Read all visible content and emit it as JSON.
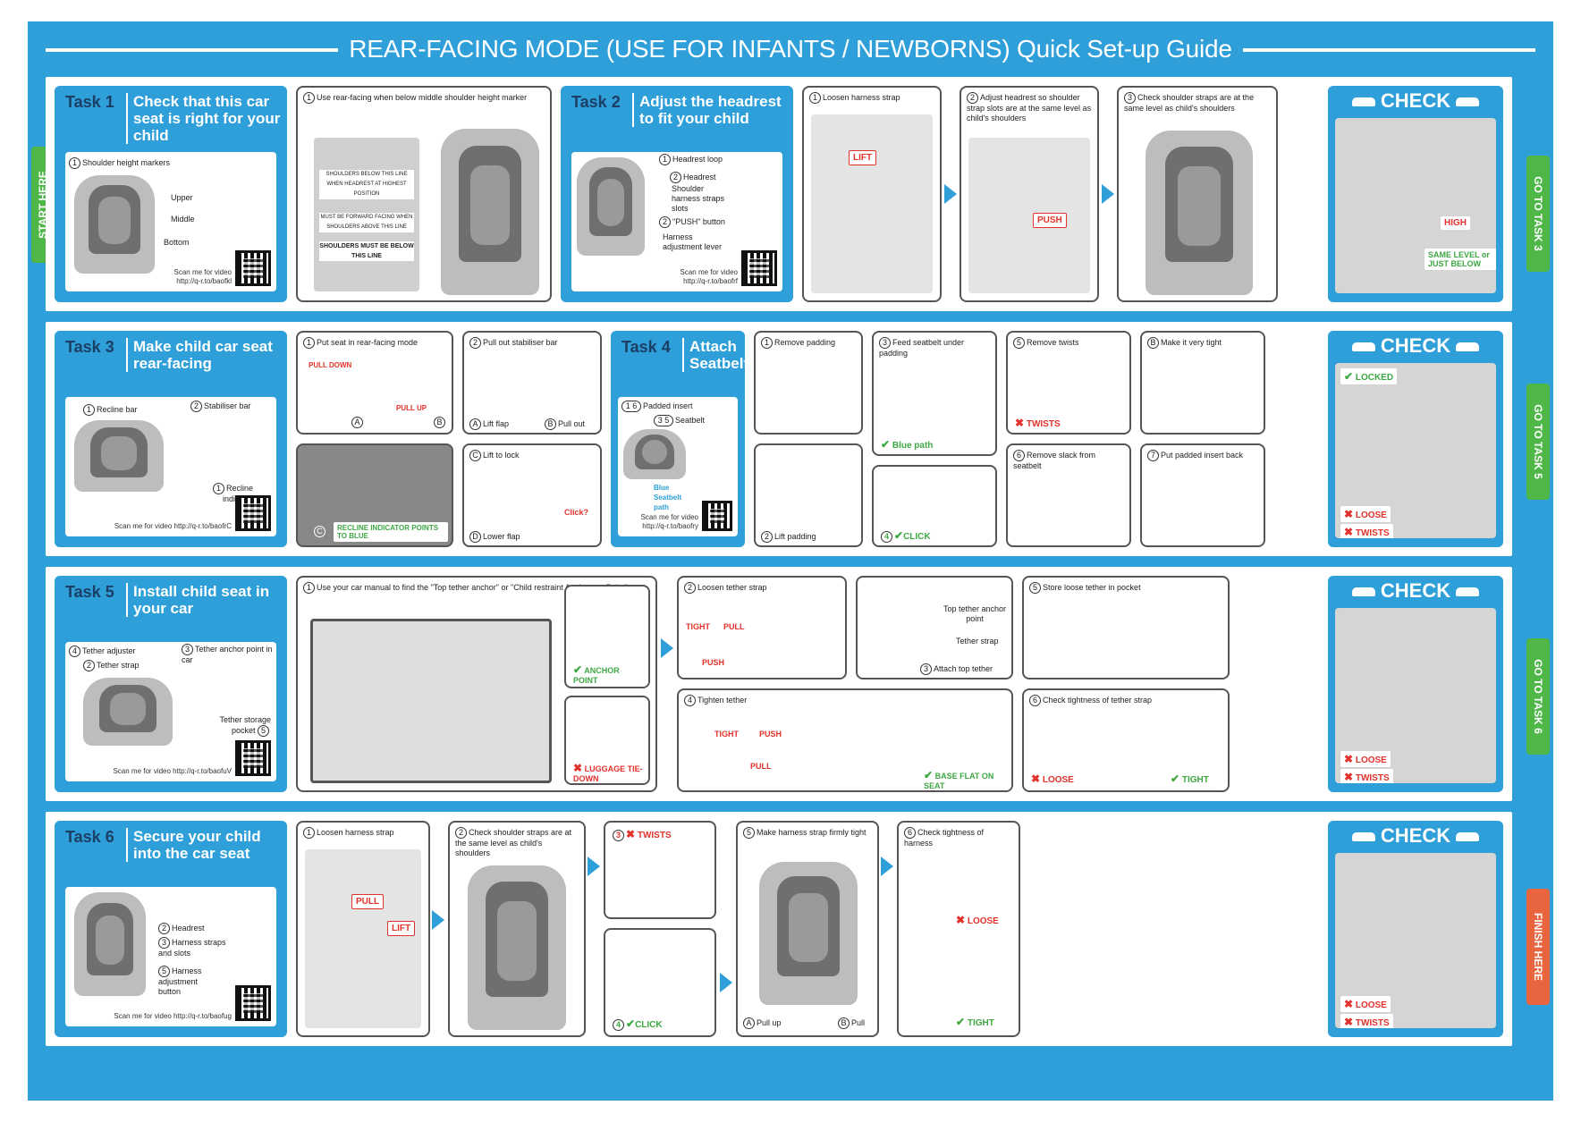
{
  "title": "REAR-FACING MODE (USE FOR INFANTS / NEWBORNS) Quick Set-up Guide",
  "side_tabs": {
    "start": "START HERE",
    "goto3": "GO TO TASK 3",
    "goto5": "GO TO TASK 5",
    "goto6": "GO TO TASK 6",
    "finish": "FINISH HERE"
  },
  "check_label": "CHECK",
  "task1": {
    "label": "Task 1",
    "title": "Check that this car seat is right for your child",
    "markers": "Shoulder height markers",
    "upper": "Upper",
    "middle": "Middle",
    "bottom": "Bottom",
    "scan": "Scan me for video",
    "url": "http://q-r.to/baofkl",
    "step1": "Use rear-facing when below middle shoulder height marker",
    "sign1": "SHOULDERS BELOW THIS LINE WHEN HEADREST AT HIGHEST POSITION",
    "sign2": "MUST BE FORWARD FACING WHEN SHOULDERS ABOVE THIS LINE",
    "sign3": "SHOULDERS MUST BE BELOW THIS LINE"
  },
  "task2": {
    "label": "Task 2",
    "title": "Adjust the headrest to fit your child",
    "headrest_loop": "Headrest loop",
    "headrest": "Headrest",
    "slots": "Shoulder harness straps slots",
    "push": "\"PUSH\" button",
    "lever": "Harness adjustment lever",
    "scan": "Scan me for video",
    "url": "http://q-r.to/baofrf",
    "step1": "Loosen harness strap",
    "step2": "Adjust headrest so shoulder strap slots are at the same level as child's shoulders",
    "step3": "Check shoulder straps are at the same level as child's shoulders",
    "lift": "LIFT",
    "push_word": "PUSH",
    "check_high": "HIGH",
    "check_same": "SAME LEVEL or JUST BELOW"
  },
  "task3": {
    "label": "Task 3",
    "title": "Make child car seat rear-facing",
    "recline_bar": "Recline bar",
    "stabiliser_bar": "Stabiliser bar",
    "recline_indicator": "Recline indicator",
    "scan": "Scan me for video http://q-r.to/baofrC",
    "step1": "Put seat in rear-facing mode",
    "step2": "Pull out stabiliser bar",
    "pull_down": "PULL DOWN",
    "pull_up": "PULL UP",
    "a_lift_flap": "Lift flap",
    "b_pull_out": "Pull out",
    "c_lift_lock": "Lift to lock",
    "d_lower_flap": "Lower flap",
    "recline_ok": "RECLINE INDICATOR POINTS TO BLUE",
    "click_q": "Click?"
  },
  "task4": {
    "label": "Task 4",
    "title": "Attach Seatbelt",
    "padded_insert": "Padded insert",
    "seatbelt": "Seatbelt",
    "blue_path": "Blue Seatbelt path",
    "scan": "Scan me for video",
    "url": "http://q-r.to/baofry",
    "step1": "Remove padding",
    "step2": "Lift padding",
    "step3": "Feed seatbelt under padding",
    "blue_path_tag": "Blue path",
    "step4": "CLICK",
    "step5": "Remove twists",
    "twists": "TWISTS",
    "step6": "Remove slack from seatbelt",
    "stepB": "Make it very tight",
    "step7": "Put padded insert back",
    "locked": "LOCKED",
    "loose": "LOOSE",
    "twists_tag": "TWISTS"
  },
  "task5": {
    "label": "Task 5",
    "title": "Install child seat in your car",
    "tether_adjuster": "Tether adjuster",
    "tether_strap": "Tether strap",
    "anchor_in_car": "Tether anchor point in car",
    "storage": "Tether storage pocket",
    "scan": "Scan me for video http://q-r.to/baofuV",
    "step1": "Use your car manual to find the \"Top tether anchor\" or \"Child restraint Anchorage Point\".",
    "anchor_point": "ANCHOR POINT",
    "luggage": "LUGGAGE TIE-DOWN",
    "step2": "Loosen tether strap",
    "tight": "TIGHT",
    "pull": "PULL",
    "push": "PUSH",
    "top_tether_anchor": "Top tether anchor point",
    "tether_strap_lbl": "Tether strap",
    "step3": "Attach top tether",
    "step4": "Tighten tether",
    "base_flat": "BASE FLAT ON SEAT",
    "step5": "Store loose tether in pocket",
    "step6": "Check tightness of tether strap",
    "loose": "LOOSE",
    "tight_tag": "TIGHT"
  },
  "task6": {
    "label": "Task 6",
    "title": "Secure your child into the car seat",
    "headrest": "Headrest",
    "straps": "Harness straps and slots",
    "button": "Harness adjustment button",
    "scan": "Scan me for video http://q-r.to/baofug",
    "step1": "Loosen harness strap",
    "step2": "Check shoulder straps are at the same level as child's shoulders",
    "step3": "TWISTS",
    "step4": "CLICK",
    "step5": "Make harness strap firmly tight",
    "a_pull_up": "Pull up",
    "b_pull": "Pull",
    "step6": "Check tightness of harness",
    "loose": "LOOSE",
    "tight": "TIGHT",
    "pull_word": "PULL",
    "lift_word": "LIFT"
  },
  "nums": {
    "n1": "1",
    "n2": "2",
    "n3": "3",
    "n4": "4",
    "n5": "5",
    "n6": "6",
    "n7": "7",
    "n16": "1 6",
    "n35": "3 5",
    "a": "A",
    "b": "B",
    "c": "C",
    "d": "D"
  },
  "marks": {
    "check": "✔",
    "cross": "✖"
  },
  "colors": {
    "blue": "#2e9fd9",
    "green": "#4fb748",
    "red": "#e2322b",
    "navy": "#1b3f66"
  }
}
